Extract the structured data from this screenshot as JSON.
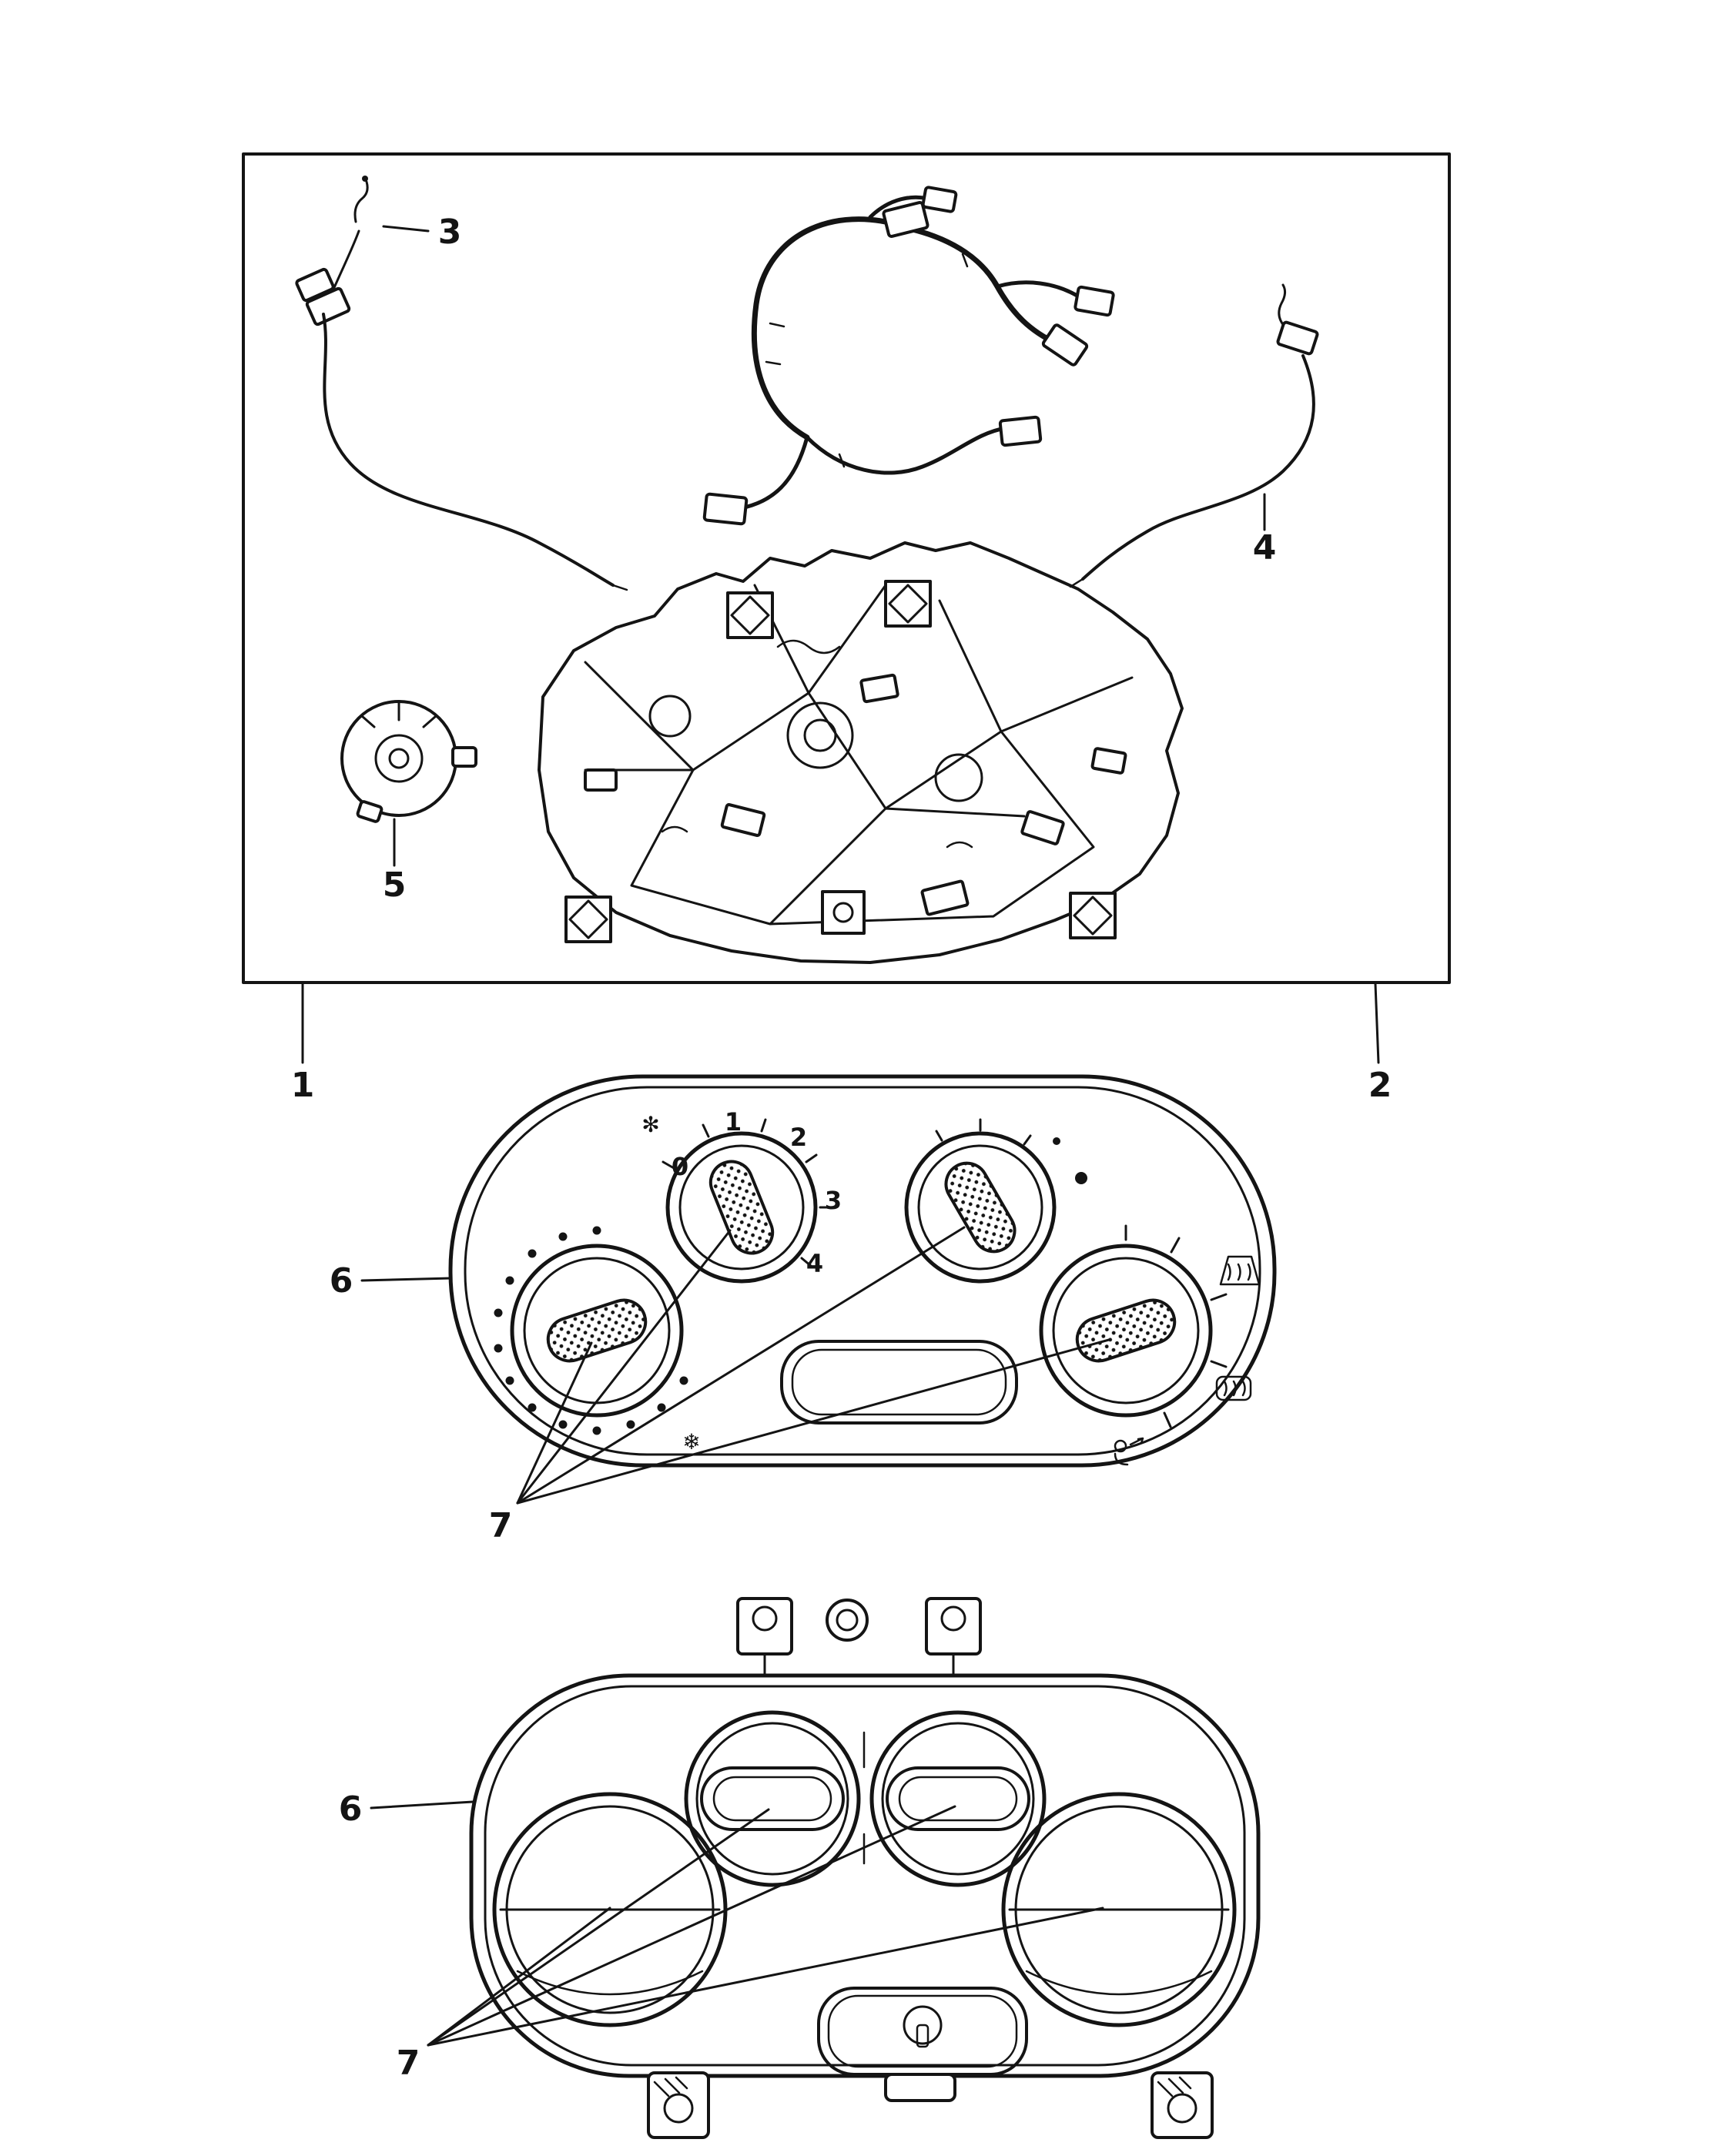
{
  "meta": {
    "background": "#ffffff",
    "line_color": "#141414",
    "description_visible_text_only": true
  },
  "callouts": {
    "part1": "1",
    "part2": "2",
    "part3": "3",
    "part4": "4",
    "part5": "5",
    "part6_front": "6",
    "part7_front": "7",
    "part6_rear": "6",
    "part7_rear": "7"
  },
  "front_panel": {
    "dial_marks": {
      "m0": "0",
      "m1": "1",
      "m2": "2",
      "m3": "3",
      "m4": "4"
    },
    "icons": {
      "fan": "✻",
      "ac": "❄"
    }
  }
}
